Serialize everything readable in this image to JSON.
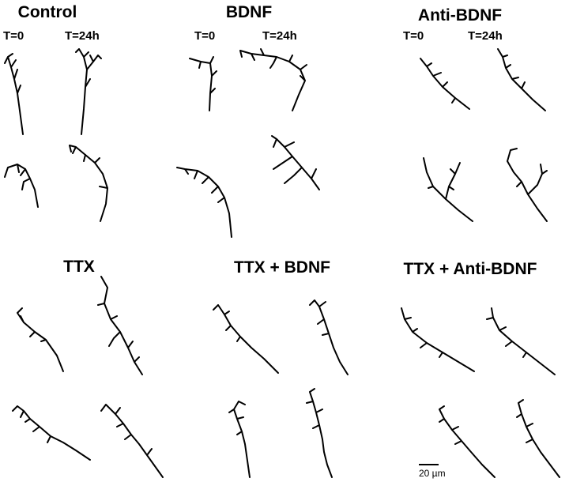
{
  "panels": [
    {
      "title": "Control",
      "time_labels": [
        "T=0",
        "T=24h"
      ]
    },
    {
      "title": "BDNF",
      "time_labels": [
        "T=0",
        "T=24h"
      ]
    },
    {
      "title": "Anti-BDNF",
      "time_labels": [
        "T=0",
        "T=24h"
      ]
    },
    {
      "title": "TTX",
      "time_labels": []
    },
    {
      "title": "TTX + BDNF",
      "time_labels": []
    },
    {
      "title": "TTX + Anti-BDNF",
      "time_labels": []
    }
  ],
  "scale_bar": {
    "label": "20 µm"
  }
}
